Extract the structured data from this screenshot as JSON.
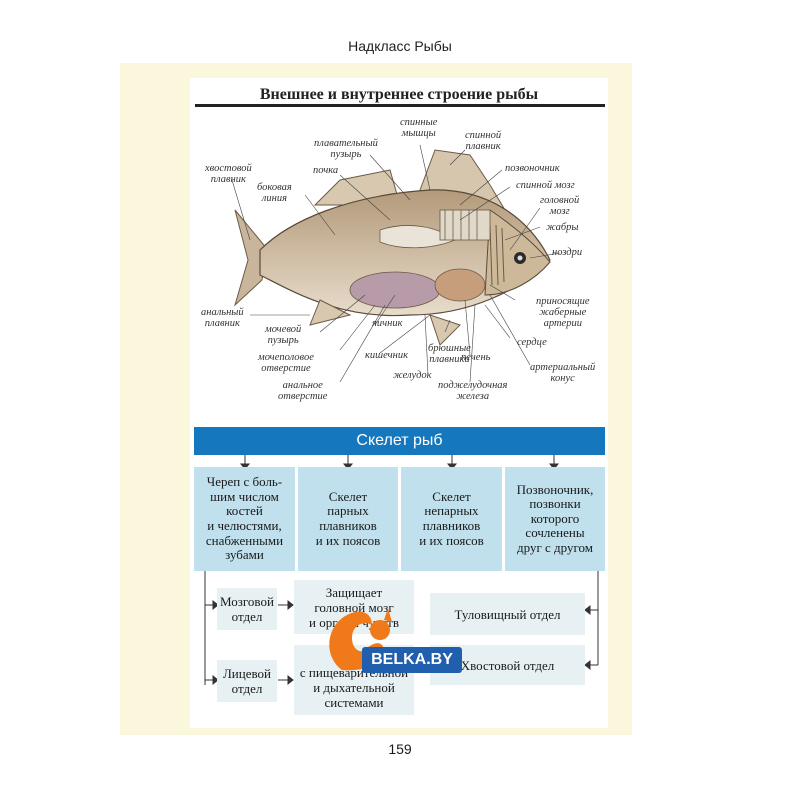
{
  "header": "Надкласс Рыбы",
  "title": "Внешнее и внутреннее строение рыбы",
  "labels": {
    "tail_fin": "хвостовой\nплавник",
    "kidney": "почка",
    "swim_bladder": "плавательный\nпузырь",
    "dorsal_muscles": "спинные\nмышцы",
    "dorsal_fin": "спинной\nплавник",
    "lateral_line": "боковая\nлиния",
    "spine": "позвоночник",
    "spinal_cord": "спинной мозг",
    "brain": "головной\nмозг",
    "gills": "жабры",
    "nostrils": "ноздри",
    "afferent_arteries": "приносящие\nжаберные\nартерии",
    "anal_fin": "анальный\nплавник",
    "urinary_bladder": "мочевой\nпузырь",
    "ovary": "яичник",
    "urogenital_opening": "мочеполовое\nотверстие",
    "intestine": "кишечник",
    "ventral_fins": "брюшные\nплавники",
    "heart": "сердце",
    "liver": "печень",
    "arterial_cone": "артериальный\nконус",
    "anal_opening": "анальное\nотверстие",
    "stomach": "желудок",
    "pancreas": "поджелудочная\nжелеза"
  },
  "skeleton": {
    "title": "Скелет рыб",
    "boxes": [
      "Череп с боль-\nшим числом\nкостей\nи челюстями,\nснабженными\nзубами",
      "Скелет\nпарных\nплавников\nи их поясов",
      "Скелет\nнепарных\nплавников\nи их поясов",
      "Позвоночник,\nпозвонки\nкоторого\nсочленены\nдруг с другом"
    ],
    "skull_parts": [
      "Мозговой\nотдел",
      "Лицевой\nотдел"
    ],
    "skull_functions": [
      "Защищает\nголовной мозг\nи органы чувств",
      "Связан\nс пищеварительной\nи дыхательной\nсистемами"
    ],
    "spine_parts": [
      "Туловищный отдел",
      "Хвостовой отдел"
    ]
  },
  "logo": "BELKA.BY",
  "page_number": "159",
  "colors": {
    "accent": "#1577bd",
    "box": "#bfe0ec",
    "subbox": "#e7f1f4",
    "page": "#faf7dc"
  }
}
